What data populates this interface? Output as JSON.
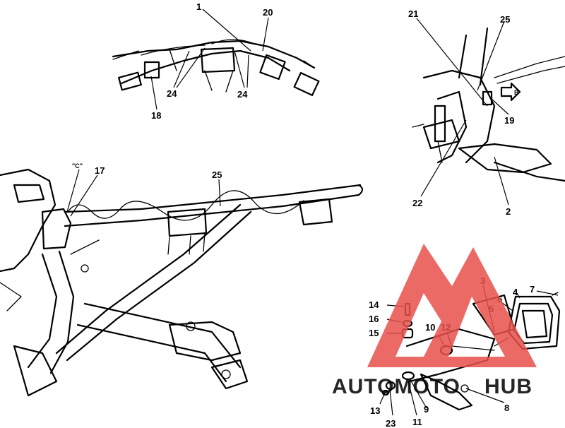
{
  "callouts": {
    "c1": "1",
    "c2": "2",
    "c3": "3",
    "c4": "4",
    "c5": "5",
    "c6": "6",
    "c7": "7",
    "c8": "8",
    "c9": "9",
    "c10": "10",
    "c11": "11",
    "c12": "12",
    "c13": "13",
    "c14": "14",
    "c15": "15",
    "c16": "16",
    "c17": "17",
    "c18": "18",
    "c19": "19",
    "c20": "20",
    "c21": "21",
    "c22": "22",
    "c23": "23",
    "c24a": "24",
    "c24b": "24",
    "c25a": "25",
    "c25b": "25"
  },
  "view_labels": {
    "c": "\"C\"",
    "b": "B"
  },
  "watermark": {
    "text_left": "AUTOMOTO",
    "text_right": "HUB",
    "color_triangle": "#e8504a",
    "color_left": "#f3a33a",
    "color_right": "#8a8a8a"
  }
}
